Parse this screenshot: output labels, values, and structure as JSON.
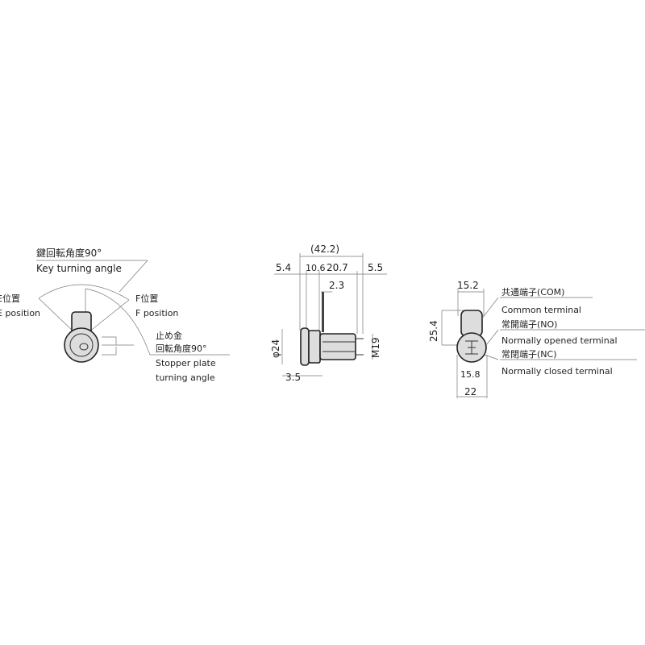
{
  "left_view": {
    "key_angle_jp": "鍵回転角度90°",
    "key_angle_en": "Key turning angle",
    "e_pos_jp": "E位置",
    "e_pos_en": "E position",
    "f_pos_jp": "F位置",
    "f_pos_en": "F position",
    "stopper_jp1": "止め金",
    "stopper_jp2": "回転角度90°",
    "stopper_en1": "Stopper plate",
    "stopper_en2": "turning angle"
  },
  "side_view": {
    "overall": "(42.2)",
    "d1": "5.4",
    "d2": "10.6",
    "d3": "20.7",
    "d4": "5.5",
    "d5": "2.3",
    "diameter": "φ24",
    "thread": "M19",
    "flange": "3.5"
  },
  "rear_view": {
    "top_width": "15.2",
    "height": "25.4",
    "inner_width": "15.8",
    "width": "22",
    "com_jp": "共通端子(COM)",
    "com_en": "Common terminal",
    "no_jp": "常開端子(NO)",
    "no_en": "Normally opened terminal",
    "nc_jp": "常閉端子(NC)",
    "nc_en": "Normally closed terminal"
  }
}
